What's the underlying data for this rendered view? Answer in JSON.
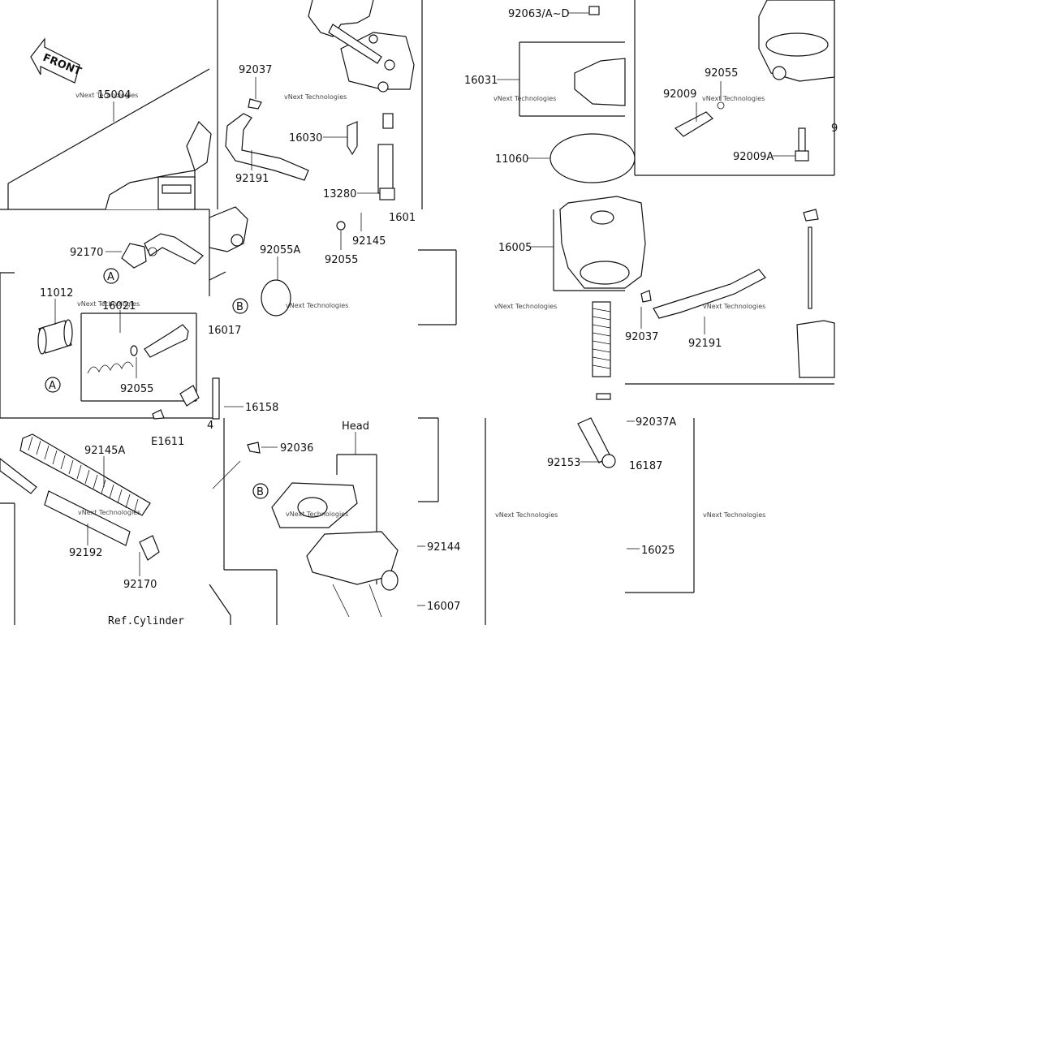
{
  "labels": {
    "l92063": "92063/A~D",
    "l16031": "16031",
    "l11060": "11060",
    "l16005": "16005",
    "l92037_right": "92037",
    "l92191_right": "92191",
    "l92055_tr": "92055",
    "l92009": "92009",
    "l92009A": "92009A",
    "l92037A": "92037A",
    "l92153": "92153",
    "l16187": "16187",
    "l16025": "16025",
    "l15004": "15004",
    "l92037_mid": "92037",
    "l16030": "16030",
    "l92191_mid": "92191",
    "l13280": "13280",
    "l1601": "1601",
    "l92145": "92145",
    "l92055A": "92055A",
    "l92055_mid": "92055",
    "l92170_top": "92170",
    "l11012": "11012",
    "l16021": "16021",
    "l92055_left": "92055",
    "l16017": "16017",
    "l16158": "16158",
    "l92145A": "92145A",
    "lE1611": "E1611",
    "l92036": "92036",
    "lHead": "Head",
    "l92144": "92144",
    "l16007": "16007",
    "l92192": "92192",
    "l92170_bot": "92170",
    "lRefCyl": "Ref.Cylinder",
    "lFront": "FRONT",
    "lA1": "A",
    "lA2": "A",
    "lB1": "B",
    "lB2": "B",
    "l9": "9",
    "l4": "4"
  },
  "watermark": "vNext Technologies"
}
